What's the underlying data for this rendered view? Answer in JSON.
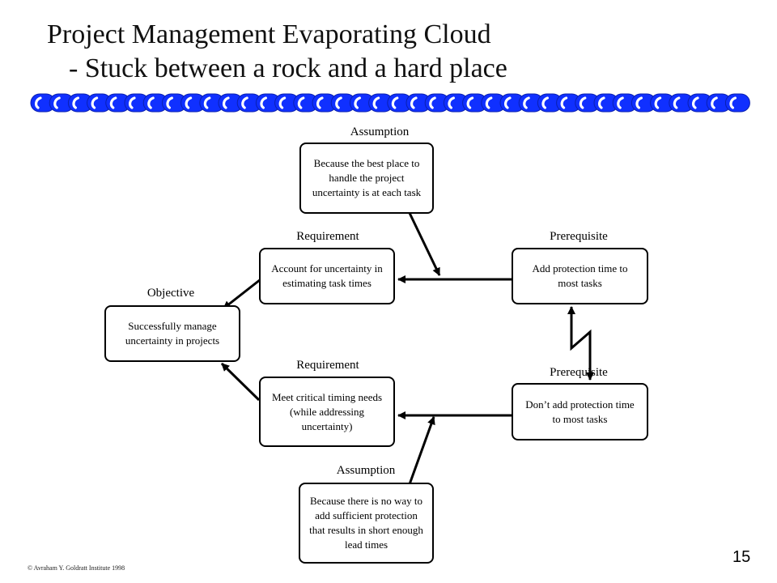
{
  "title": {
    "line1": "Project Management Evaporating Cloud",
    "line2": "- Stuck between a rock and a hard place"
  },
  "colors": {
    "chain_fill": "#1030ff",
    "chain_highlight": "#ffffff",
    "box_border": "#000000",
    "arrow": "#000000"
  },
  "diagram": {
    "objective": {
      "label": "Objective",
      "text": "Successfully manage uncertainty in projects"
    },
    "requirement_top": {
      "label": "Requirement",
      "text": "Account for uncertainty in estimating task times"
    },
    "requirement_bottom": {
      "label": "Requirement",
      "text": "Meet critical timing needs (while addressing uncertainty)"
    },
    "prerequisite_top": {
      "label": "Prerequisite",
      "text": "Add protection time to most tasks"
    },
    "prerequisite_bottom": {
      "label": "Prerequisite",
      "text": "Don’t add protection time to most tasks"
    },
    "assumption_top": {
      "label": "Assumption",
      "text": "Because the best place to handle the project uncertainty is at each task"
    },
    "assumption_bottom": {
      "label": "Assumption",
      "text": "Because there is no way to add sufficient protection that results in short enough lead times"
    },
    "conflict_icon": "lightning-bolt-icon"
  },
  "footer": {
    "copyright": "© Avraham Y. Goldratt Institute 1998",
    "page_number": "15"
  }
}
